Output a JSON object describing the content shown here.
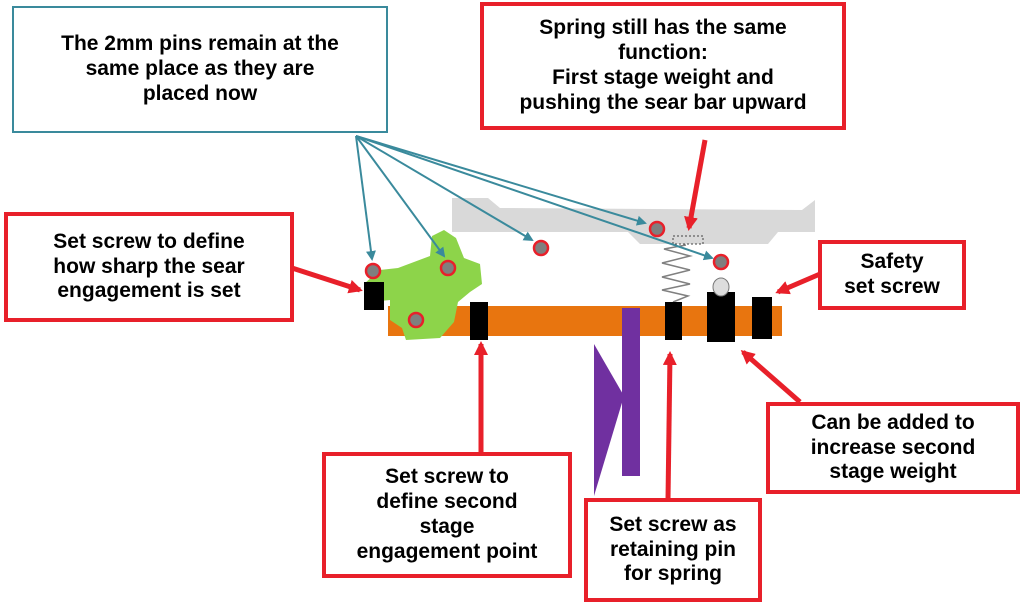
{
  "colors": {
    "callout_red": "#e8202a",
    "callout_teal": "#3a8a9c",
    "bar_orange": "#e8750f",
    "sear_green": "#8dd44a",
    "hammer_gray": "#d9d9d9",
    "trigger_purple": "#7030a0",
    "screw_black": "#000000",
    "pin_red": "#e8202a",
    "pin_gray": "#7f7f7f"
  },
  "callouts": {
    "pins_note": "The 2mm pins remain at the\nsame place as they are\nplaced now",
    "spring_note": "Spring still has the same\nfunction:\nFirst stage weight and\npushing the sear bar upward",
    "sear_screw": "Set screw to define\nhow sharp the sear\nengagement is set",
    "safety_screw": "Safety\nset screw",
    "second_stage_weight": "Can be added to\nincrease second\nstage weight",
    "second_stage_point": "Set screw to\ndefine second\nstage\nengagement point",
    "spring_pin": "Set screw as\nretaining pin\nfor spring"
  }
}
